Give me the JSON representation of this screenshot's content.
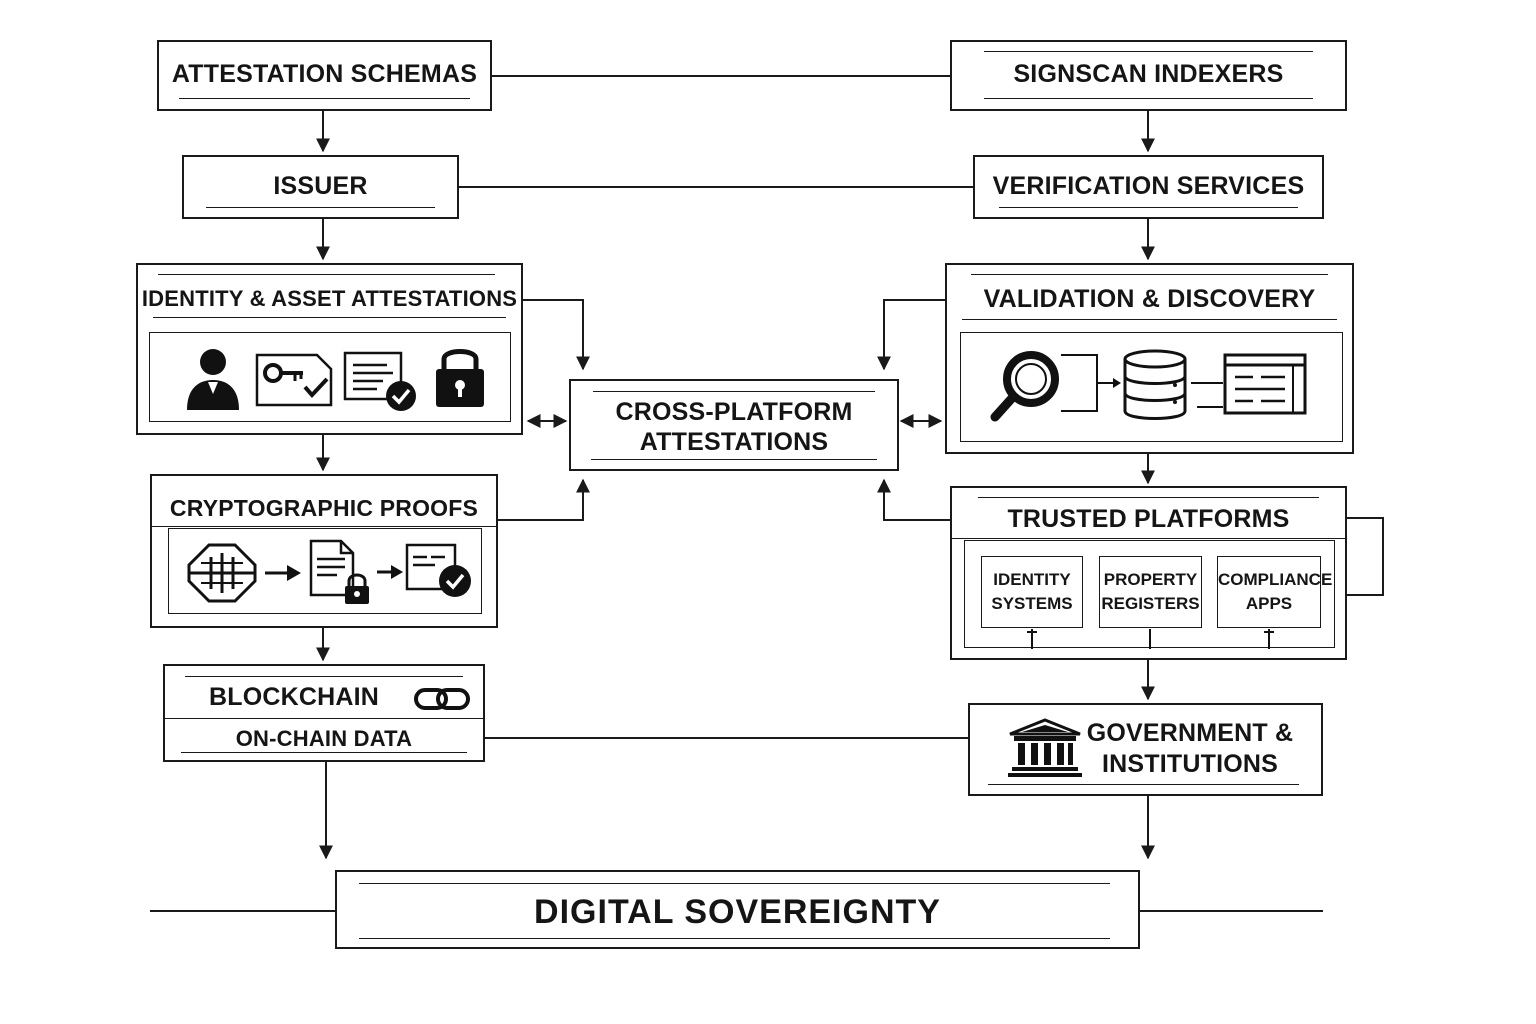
{
  "nodes": {
    "attestation_schemas": "ATTESTATION SCHEMAS",
    "signscan_indexers": "SIGNSCAN INDEXERS",
    "issuer": "ISSUER",
    "verification_services": "VERIFICATION SERVICES",
    "identity_asset": "IDENTITY & ASSET ATTESTATIONS",
    "validation_discovery": "VALIDATION & DISCOVERY",
    "cross_platform_line1": "CROSS-PLATFORM",
    "cross_platform_line2": "ATTESTATIONS",
    "cryptographic_proofs": "CRYPTOGRAPHIC PROOFS",
    "trusted_platforms": "TRUSTED PLATFORMS",
    "blockchain": "BLOCKCHAIN",
    "on_chain_data": "ON-CHAIN DATA",
    "government_line1": "GOVERNMENT &",
    "government_line2": "INSTITUTIONS",
    "digital_sovereignty": "DIGITAL SOVEREIGNTY"
  },
  "platforms": [
    {
      "line1": "IDENTITY",
      "line2": "SYSTEMS"
    },
    {
      "line1": "PROPERTY",
      "line2": "REGISTERS"
    },
    {
      "line1": "COMPLIANCE",
      "line2": "APPS"
    }
  ],
  "icons": {
    "identity_asset": [
      "user-icon",
      "key-certificate-icon",
      "verified-document-icon",
      "padlock-icon"
    ],
    "validation_discovery": [
      "magnifier-icon",
      "database-icon",
      "table-icon"
    ],
    "cryptographic_proofs": [
      "cipher-chip-icon",
      "locked-document-icon",
      "signed-document-icon"
    ],
    "blockchain": "chain-link-icon",
    "government": "institution-building-icon"
  }
}
